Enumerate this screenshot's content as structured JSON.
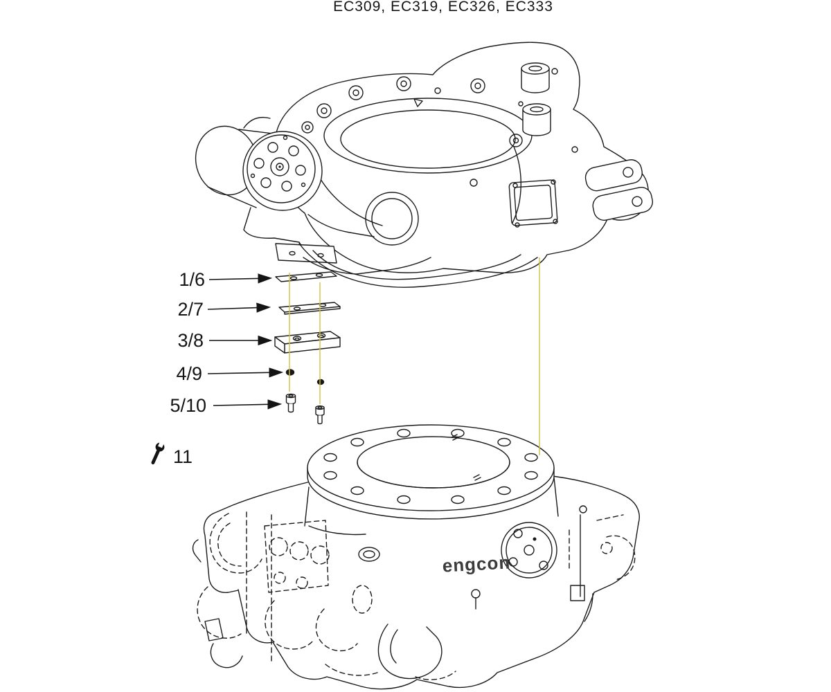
{
  "title": "EC309, EC319, EC326, EC333",
  "brand": "engcon",
  "callouts": [
    {
      "id": "shim-plate-1",
      "label": "1/6"
    },
    {
      "id": "shim-plate-2",
      "label": "2/7"
    },
    {
      "id": "spacer-block",
      "label": "3/8"
    },
    {
      "id": "washers",
      "label": "4/9"
    },
    {
      "id": "screws",
      "label": "5/10"
    },
    {
      "id": "tool-wrench",
      "label": "11"
    }
  ],
  "colors": {
    "line": "#1a1a1a",
    "highlight": "#d2c23e",
    "background": "#ffffff"
  }
}
